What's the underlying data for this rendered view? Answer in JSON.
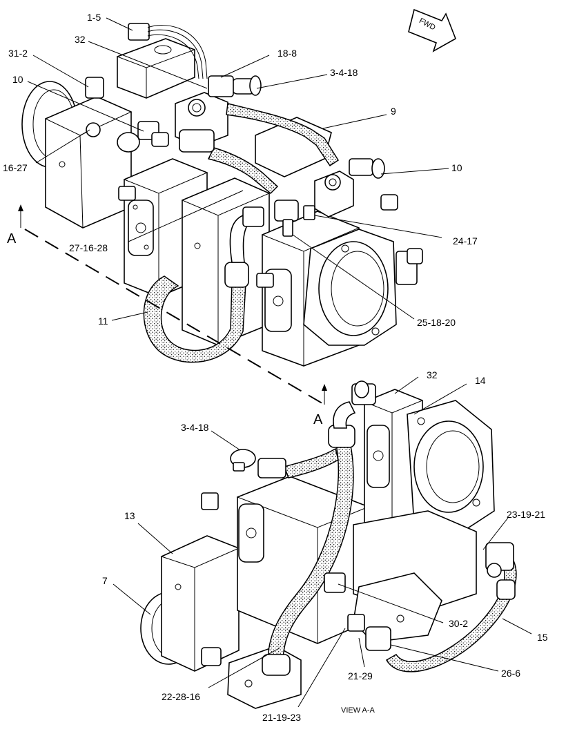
{
  "fwd_label": "FWD",
  "section_marker": "A",
  "view_caption": "VIEW A-A",
  "callouts": {
    "c1_5": "1-5",
    "c32_top": "32",
    "c31_2": "31-2",
    "c18_8": "18-8",
    "c3_4_18_top": "3-4-18",
    "c10_left": "10",
    "c9": "9",
    "c16_27": "16-27",
    "c10_right": "10",
    "c24_17": "24-17",
    "c27_16_28": "27-16-28",
    "c25_18_20": "25-18-20",
    "c11": "11",
    "c32_bottom": "32",
    "c14": "14",
    "c3_4_18_bottom": "3-4-18",
    "c13": "13",
    "c23_19_21": "23-19-21",
    "c7": "7",
    "c30_2": "30-2",
    "c15": "15",
    "c21_29": "21-29",
    "c26_6": "26-6",
    "c22_28_16": "22-28-16",
    "c21_19_23": "21-19-23"
  }
}
